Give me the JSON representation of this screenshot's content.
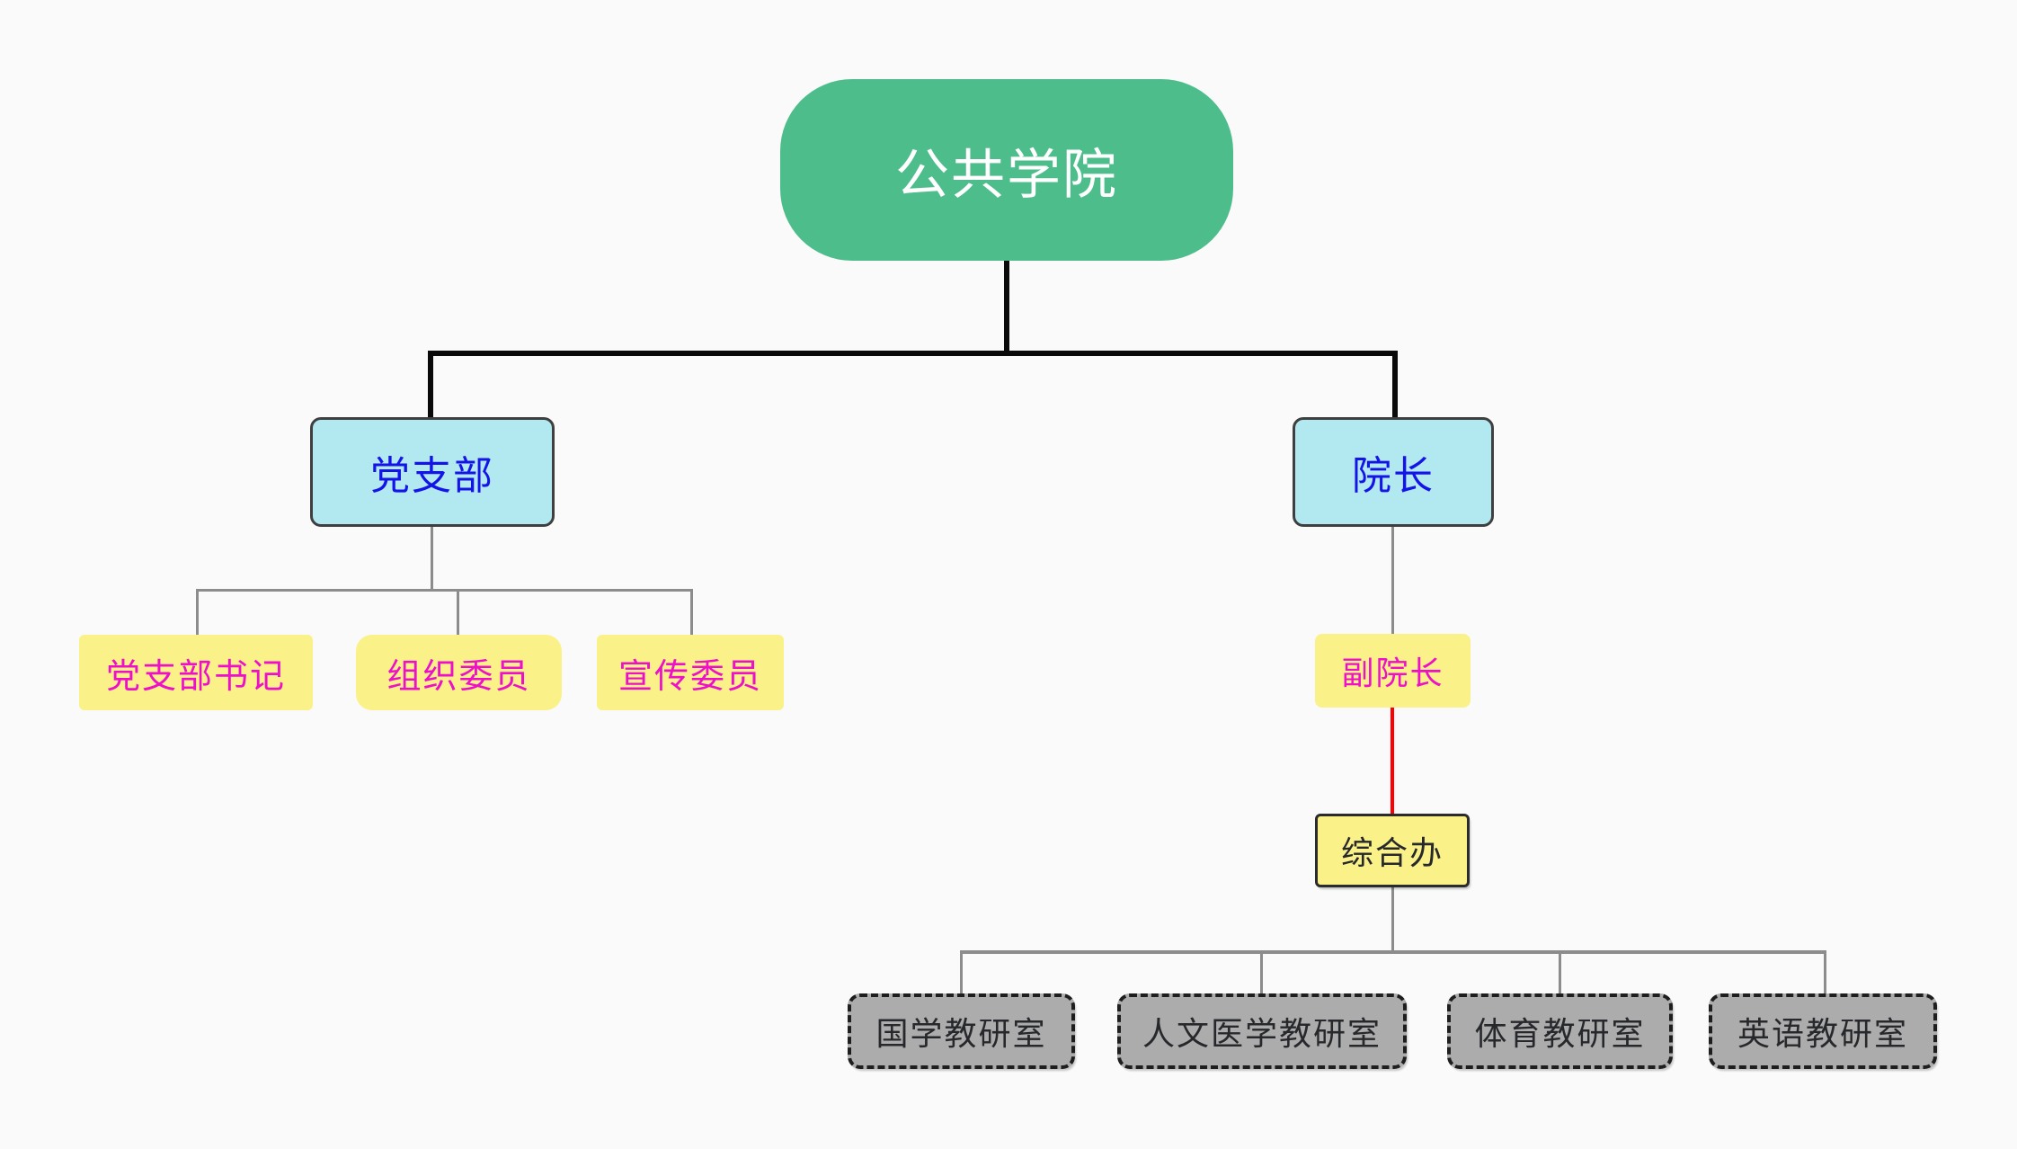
{
  "diagram": {
    "type": "org-chart",
    "title": "公共学院",
    "nodes": {
      "college": {
        "label": "公共学院",
        "level": 1,
        "shape": "rounded-pill",
        "fill": "#4ebd8c",
        "text_color": "#ffffff"
      },
      "party_branch": {
        "label": "党支部",
        "level": 2,
        "shape": "rounded-rect",
        "fill": "#b2e8f0",
        "text_color": "#1414e6"
      },
      "dean": {
        "label": "院长",
        "level": 2,
        "shape": "rounded-rect",
        "fill": "#b2e8f0",
        "text_color": "#1414e6"
      },
      "party_secretary": {
        "label": "党支部书记",
        "level": 3,
        "shape": "rect",
        "fill": "#faf188",
        "text_color": "#ed0fc9"
      },
      "org_committee": {
        "label": "组织委员",
        "level": 3,
        "shape": "rounded-rect",
        "fill": "#faf188",
        "text_color": "#ed0fc9"
      },
      "publicity_committee": {
        "label": "宣传委员",
        "level": 3,
        "shape": "rect",
        "fill": "#faf188",
        "text_color": "#ed0fc9"
      },
      "vice_dean": {
        "label": "副院长",
        "level": 3,
        "shape": "rect",
        "fill": "#faf188",
        "text_color": "#ed0fc9"
      },
      "general_office": {
        "label": "综合办",
        "level": 4,
        "shape": "bordered-rect",
        "fill": "#faf188",
        "text_color": "#26282b"
      },
      "guoxue_office": {
        "label": "国学教研室",
        "level": 5,
        "shape": "dashed-rect",
        "fill": "#acacac",
        "text_color": "#26282b"
      },
      "humanities_office": {
        "label": "人文医学教研室",
        "level": 5,
        "shape": "dashed-rect",
        "fill": "#acacac",
        "text_color": "#26282b"
      },
      "pe_office": {
        "label": "体育教研室",
        "level": 5,
        "shape": "dashed-rect",
        "fill": "#acacac",
        "text_color": "#26282b"
      },
      "english_office": {
        "label": "英语教研室",
        "level": 5,
        "shape": "dashed-rect",
        "fill": "#acacac",
        "text_color": "#26282b"
      }
    },
    "edges": [
      {
        "from": "college",
        "to": "party_branch",
        "style": "thick-black"
      },
      {
        "from": "college",
        "to": "dean",
        "style": "thick-black"
      },
      {
        "from": "party_branch",
        "to": "party_secretary",
        "style": "gray"
      },
      {
        "from": "party_branch",
        "to": "org_committee",
        "style": "gray"
      },
      {
        "from": "party_branch",
        "to": "publicity_committee",
        "style": "gray"
      },
      {
        "from": "dean",
        "to": "vice_dean",
        "style": "gray"
      },
      {
        "from": "vice_dean",
        "to": "general_office",
        "style": "red"
      },
      {
        "from": "general_office",
        "to": "guoxue_office",
        "style": "gray"
      },
      {
        "from": "general_office",
        "to": "humanities_office",
        "style": "gray"
      },
      {
        "from": "general_office",
        "to": "pe_office",
        "style": "gray"
      },
      {
        "from": "general_office",
        "to": "english_office",
        "style": "gray"
      }
    ],
    "colors": {
      "background": "#fafafa",
      "root_fill": "#4ebd8c",
      "level2_fill": "#b2e8f0",
      "level2_text": "#1414e6",
      "yellow_fill": "#faf188",
      "magenta_text": "#ed0fc9",
      "gray_fill": "#acacac",
      "connector_black": "#0a0a0a",
      "connector_gray": "#8c8c8c",
      "connector_red": "#ff0000"
    }
  }
}
